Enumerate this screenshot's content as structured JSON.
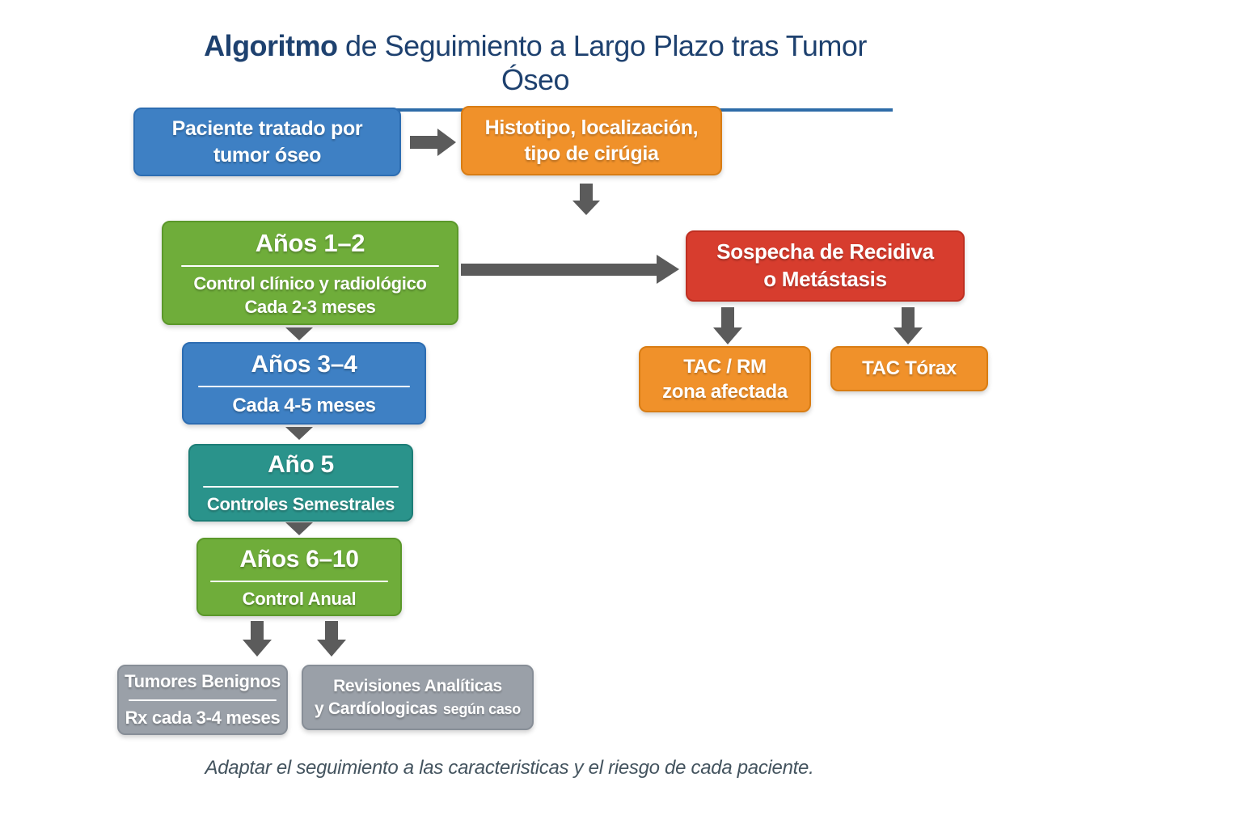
{
  "title": {
    "bold": "Algoritmo",
    "rest": " de Seguimiento a Largo Plazo tras Tumor Óseo"
  },
  "boxes": {
    "patient": {
      "line1": "Paciente tratado por",
      "line2": "tumor óseo"
    },
    "histotype": {
      "line1": "Histotipo, localización,",
      "line2": "tipo de cirúgia"
    },
    "years_1_2": {
      "title": "Años 1–2",
      "line1": "Control clínico y radiológico",
      "line2": "Cada 2-3 meses"
    },
    "years_3_4": {
      "title": "Años 3–4",
      "line1": "Cada 4-5 meses"
    },
    "year_5": {
      "title": "Año 5",
      "line1": "Controles Semestrales"
    },
    "years_6_10": {
      "title": "Años 6–10",
      "line1": "Control Anual"
    },
    "suspicion": {
      "line1": "Sospecha de Recidiva",
      "line2": "o Metástasis"
    },
    "tac_rm": {
      "line1": "TAC / RM",
      "line2": "zona afectada"
    },
    "tac_torax": {
      "line1": "TAC Tórax"
    },
    "benign": {
      "title": "Tumores Benignos",
      "line1": "Rx cada 3-4 meses"
    },
    "revisions": {
      "line1": "Revisiones Analíticas",
      "line2_bold": "y Cardíologicas",
      "line2_small": "según caso"
    }
  },
  "footer": "Adaptar el seguimiento a las caracteristicas y el riesgo de cada paciente.",
  "colors": {
    "blue": "#3e80c4",
    "orange": "#f0912a",
    "green": "#6fad3a",
    "red": "#d73d2e",
    "teal": "#2a938b",
    "gray": "#9aa0a8",
    "arrow": "#5b5b5b",
    "title_text": "#1e416f",
    "title_underline": "#2e6ca8",
    "caption_text": "#44545f"
  }
}
